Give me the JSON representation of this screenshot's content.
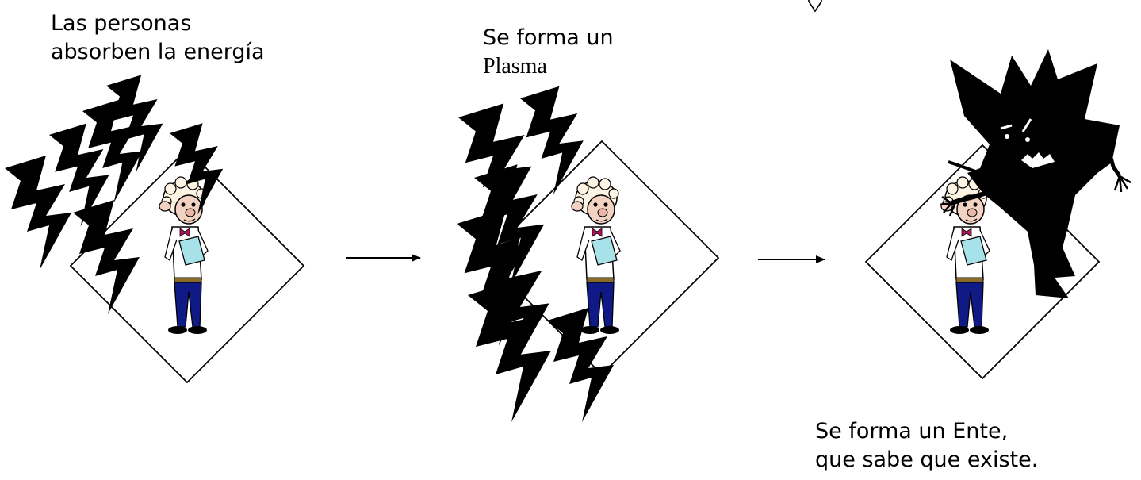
{
  "captions": {
    "step1": {
      "line1": "Las personas",
      "line2": "absorben la energía"
    },
    "step2": {
      "line1": "Se forma un",
      "line2": "Plasma"
    },
    "step3": {
      "line1": "Se forma un Ente,",
      "line2": "que sabe que existe."
    }
  },
  "icons": {
    "lightning": "lightning-bolt-icon",
    "person": "cartoon-man-icon",
    "entity": "shadow-creature-icon",
    "arrow": "right-arrow-icon"
  },
  "colors": {
    "ink": "#000000",
    "paper": "#ffffff",
    "face": "#f2d2c2",
    "bowtie": "#b0145a",
    "clipboard": "#a7e1ea",
    "trousers": "#101a86"
  }
}
